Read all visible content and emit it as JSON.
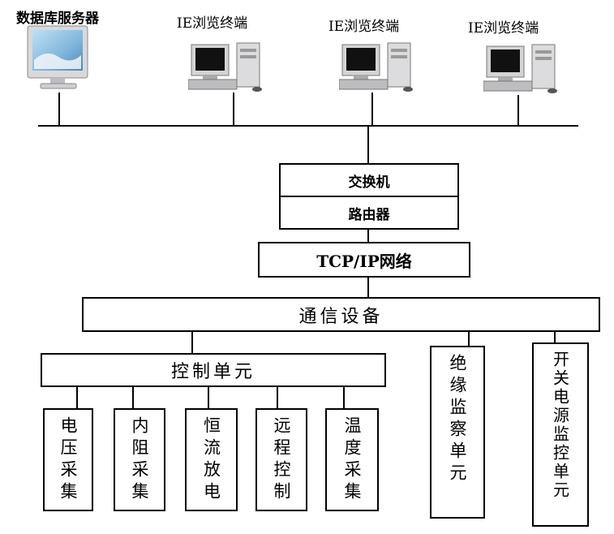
{
  "top_labels": {
    "db_server": "数据库服务器",
    "ie1": "IE浏览终端",
    "ie2": "IE浏览终端",
    "ie3": "IE浏览终端"
  },
  "boxes": {
    "switch": "交换机",
    "router": "路由器",
    "tcpip": "TCP/IP网络",
    "comm": "通信设备",
    "control": "控制单元"
  },
  "sub_units": [
    {
      "key": "voltage",
      "label": "电压采集"
    },
    {
      "key": "resistance",
      "label": "内阻采集"
    },
    {
      "key": "discharge",
      "label": "恒流放电"
    },
    {
      "key": "remote",
      "label": "远程控制"
    },
    {
      "key": "temperature",
      "label": "温度采集"
    }
  ],
  "side_units": {
    "insulation": "绝缘监察单元",
    "power": "开关电源监控单元"
  },
  "icons": {
    "db_server": "monitor-icon",
    "terminal": "desktop-computer-icon"
  }
}
